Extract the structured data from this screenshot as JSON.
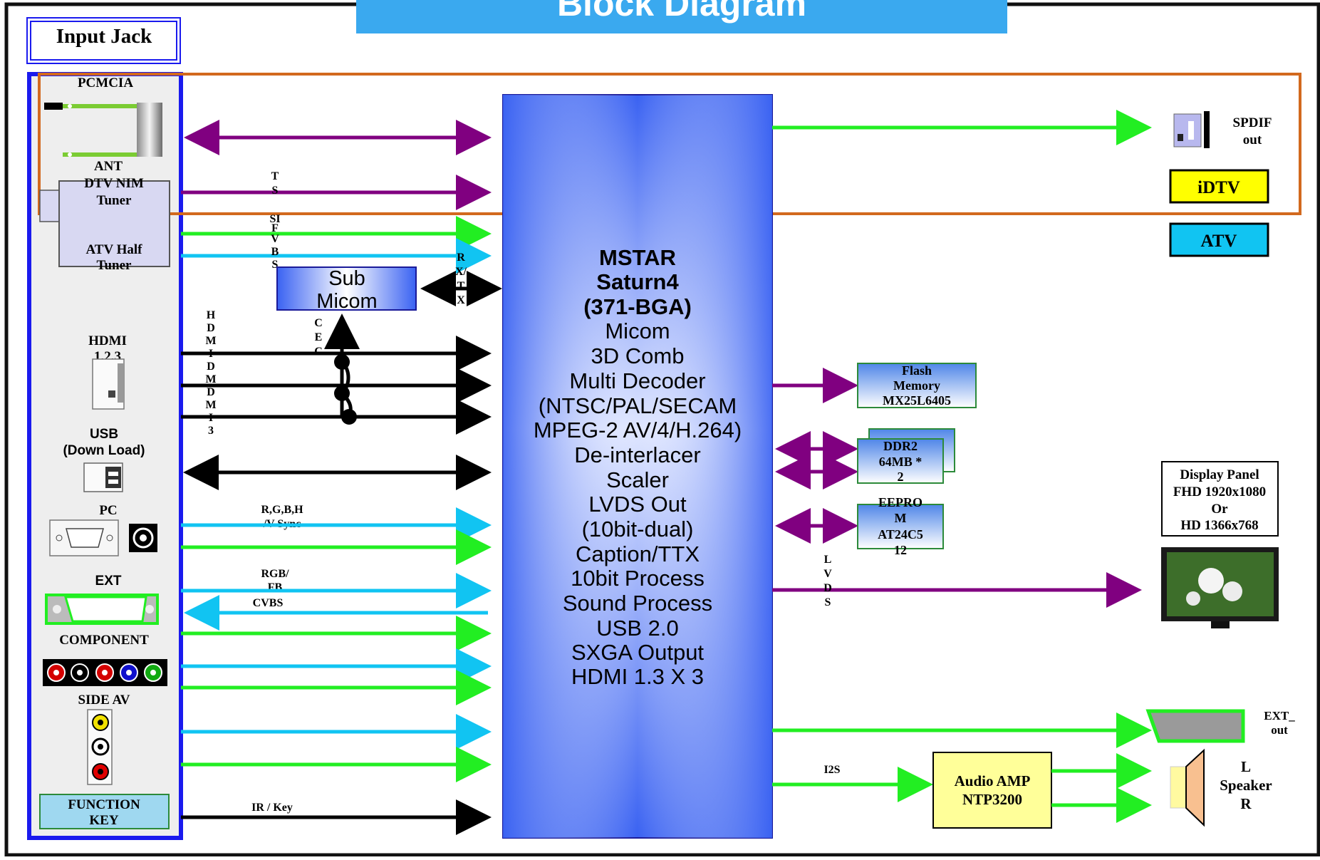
{
  "title": "Block Diagram",
  "input_jack_label": "Input Jack",
  "inputs": {
    "pcmcia": "PCMCIA",
    "ant": "ANT",
    "dtv_nim_tuner": [
      "DTV NIM",
      "Tuner"
    ],
    "atv_half_tuner": [
      "ATV Half",
      "Tuner"
    ],
    "hdmi": [
      "HDMI",
      "1,2,3"
    ],
    "usb": [
      "USB",
      "(Down Load)"
    ],
    "pc": "PC",
    "ext": "EXT",
    "component": "COMPONENT",
    "side_av": "SIDE AV",
    "function_key": [
      "FUNCTION",
      "KEY"
    ]
  },
  "signals": {
    "ts": "TS",
    "sif": "SIF",
    "cvbs": "CVBS",
    "rxtx": "RX/TX",
    "cec": "CEC",
    "hdmi1": "HDMI1",
    "hdmi2": "HDMI2",
    "hdmi3": "HDMI3",
    "rgb_sync": [
      "R,G,B,H",
      "/V Sync"
    ],
    "rgb_fb": [
      "RGB/",
      "FB"
    ],
    "cvbs2": "CVBS",
    "ir_key": "IR / Key",
    "lvds": "LVDS",
    "i2s": "I2S"
  },
  "sub_micom": [
    "Sub",
    "Micom"
  ],
  "chip": {
    "bold": [
      "MSTAR",
      "Saturn4",
      "(371-BGA)"
    ],
    "features": [
      "Micom",
      "3D Comb",
      "Multi Decoder",
      "(NTSC/PAL/SECAM",
      "MPEG-2 AV/4/H.264)",
      "De-interlacer",
      "Scaler",
      "LVDS Out",
      "(10bit-dual)",
      "Caption/TTX",
      "10bit Process",
      "Sound Process",
      "USB 2.0",
      "SXGA Output",
      "HDMI 1.3 X 3"
    ]
  },
  "memory": {
    "flash": [
      "Flash",
      "Memory",
      "MX25L6405"
    ],
    "ddr2": [
      "DDR2",
      "64MB *",
      "2"
    ],
    "eeprom": [
      "EEPRO",
      "M",
      "AT24C5",
      "12"
    ]
  },
  "outputs": {
    "spdif": [
      "SPDIF",
      "out"
    ],
    "idtv": "iDTV",
    "atv": "ATV",
    "display_panel": [
      "Display Panel",
      "FHD 1920x1080",
      "Or",
      "HD 1366x768"
    ],
    "ext_out": [
      "EXT_",
      "out"
    ],
    "audio_amp": [
      "Audio AMP",
      "NTP3200"
    ],
    "speaker": [
      "L",
      "Speaker",
      "R"
    ]
  },
  "colors": {
    "purple": "#800080",
    "green": "#22ee22",
    "cyan": "#11c4f2",
    "black": "#000000",
    "chip_blue": "#4a6bf0",
    "title_blue": "#3aa9ef",
    "orange": "#d2691e",
    "yellow": "#ffff00"
  }
}
